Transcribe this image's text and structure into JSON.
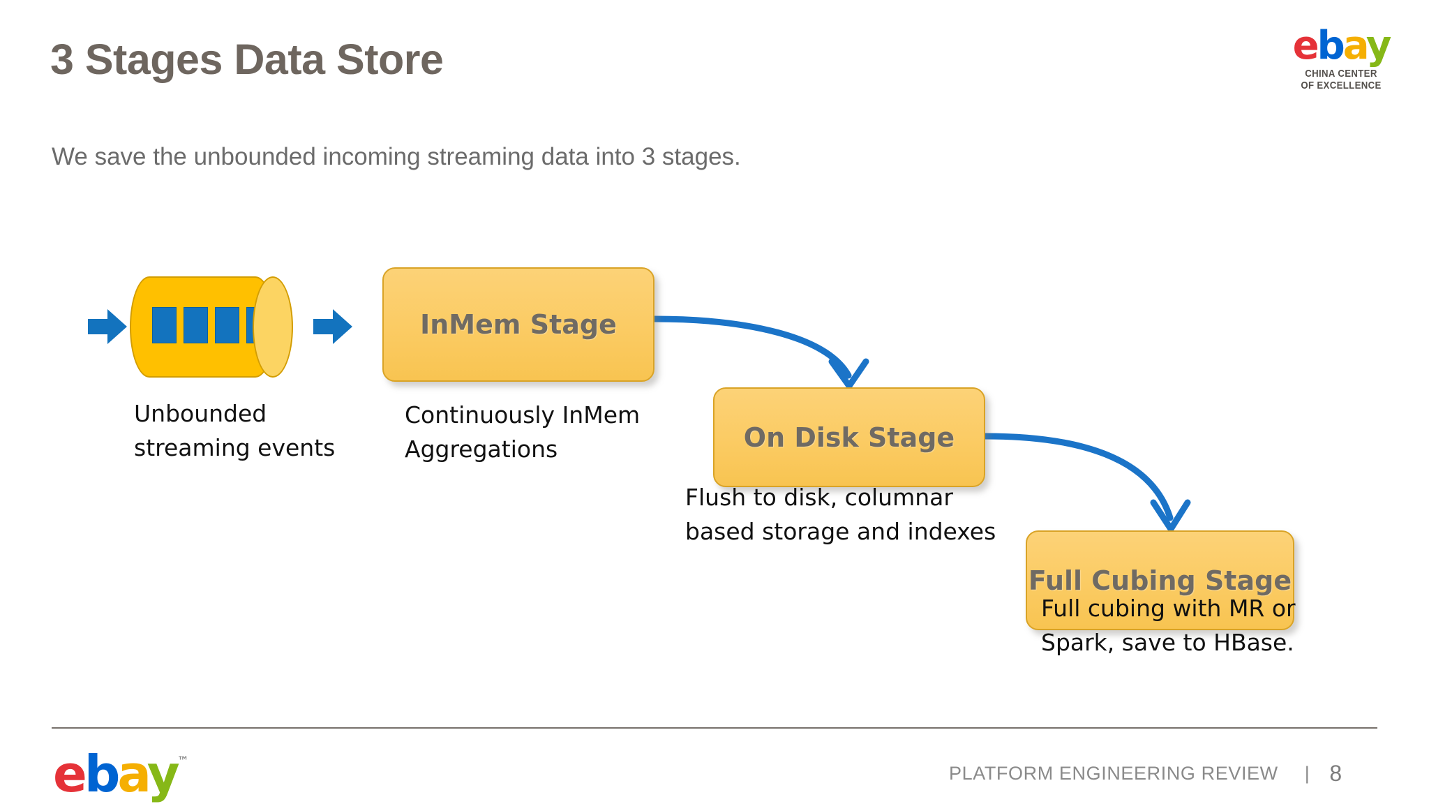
{
  "slide": {
    "title": "3 Stages Data Store",
    "subtitle": "We save the unbounded incoming streaming data into 3 stages."
  },
  "brand": {
    "wordmark": {
      "e": "e",
      "b": "b",
      "a": "a",
      "y": "y"
    },
    "tagline_line1": "CHINA CENTER",
    "tagline_line2": "OF EXCELLENCE",
    "trademark": "™",
    "colors": {
      "e": "#e53238",
      "b": "#0064d2",
      "a": "#f5af02",
      "y": "#86b817"
    }
  },
  "diagram": {
    "source": {
      "name": "unbounded-stream-store",
      "caption": "Unbounded\nstreaming events",
      "block_count": 4,
      "colors": {
        "cylinder": "#ffc000",
        "cylinder_cap": "#fcd462",
        "blocks": "#1373be",
        "outline": "#d39d02"
      }
    },
    "arrows": {
      "inflow": "arrow-right",
      "outflow": "arrow-right",
      "color": "#1373be"
    },
    "stages": [
      {
        "id": "inmem",
        "label": "InMem Stage",
        "caption": "Continuously InMem\nAggregations"
      },
      {
        "id": "ondisk",
        "label": "On Disk Stage",
        "caption": "Flush to disk, columnar\nbased storage and indexes"
      },
      {
        "id": "fullcubing",
        "label": "Full Cubing Stage",
        "caption": "Full cubing with MR or\nSpark, save to HBase."
      }
    ],
    "connectors": [
      {
        "from": "inmem",
        "to": "ondisk",
        "style": "curved-arrow",
        "color": "#1b74c8"
      },
      {
        "from": "ondisk",
        "to": "fullcubing",
        "style": "curved-arrow",
        "color": "#1b74c8"
      }
    ],
    "colors": {
      "box_fill": "#fbcb63",
      "box_border": "#d9a326",
      "box_text": "#6f6a63",
      "connector": "#1b74c8"
    }
  },
  "footer": {
    "deck_name": "PLATFORM ENGINEERING REVIEW",
    "divider": "|",
    "page_number": "8"
  }
}
